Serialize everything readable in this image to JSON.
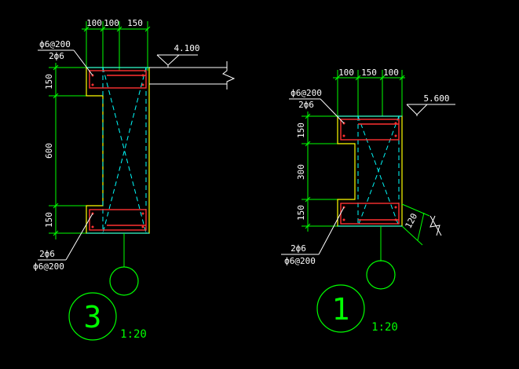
{
  "colors": {
    "background": "#000000",
    "dimension": "#00ff00",
    "outline": "#ffff00",
    "section": "#00ffff",
    "rebar": "#ff3030",
    "annotation": "#ffffff",
    "symbol": "#00ff00"
  },
  "detail_left": {
    "top_dims": [
      "100",
      "100",
      "150"
    ],
    "side_dims": [
      "150",
      "600",
      "150"
    ],
    "elevation": "4.100",
    "top_note": [
      "ф6@200",
      "2ф6"
    ],
    "bottom_note": [
      "2ф6",
      "ф6@200"
    ],
    "number": "3",
    "scale": "1:20"
  },
  "detail_right": {
    "top_dims": [
      "100",
      "150",
      "100"
    ],
    "side_dims": [
      "150",
      "300",
      "150"
    ],
    "diag_dim": "120",
    "elevation": "5.600",
    "top_note": [
      "ф6@200",
      "2ф6"
    ],
    "bottom_note": [
      "2ф6",
      "ф6@200"
    ],
    "number": "1",
    "scale": "1:20"
  }
}
